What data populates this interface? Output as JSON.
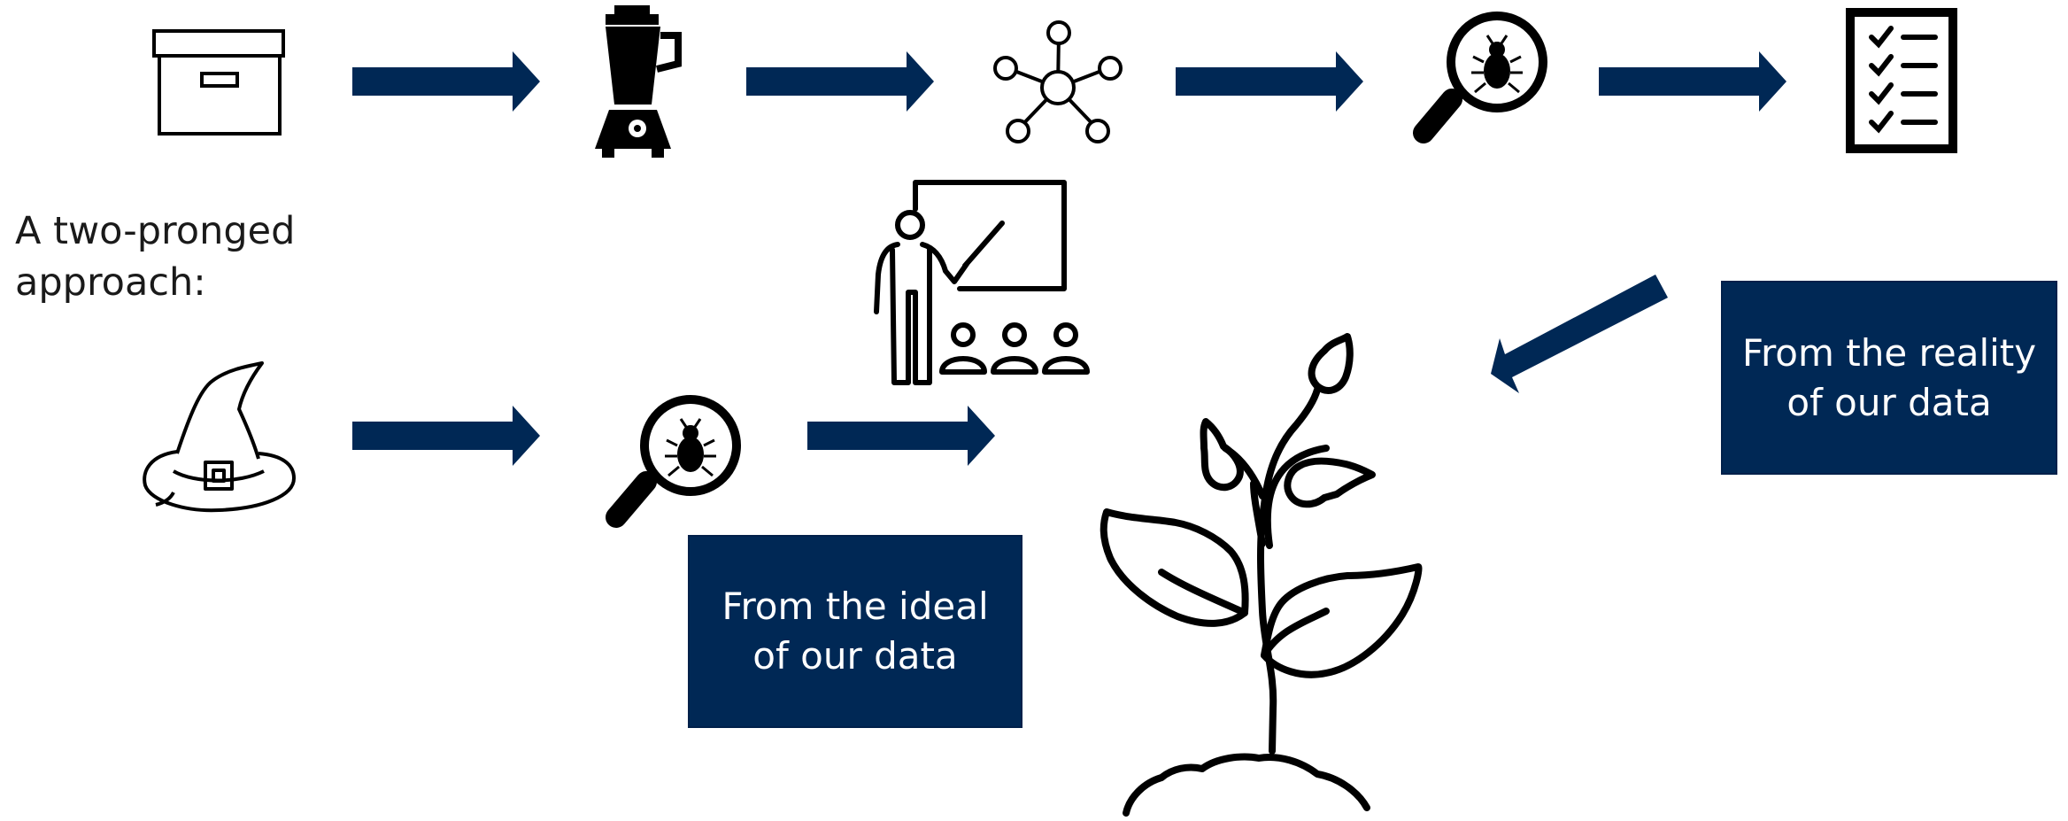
{
  "caption": {
    "line1": "A two-pronged",
    "line2": "approach:"
  },
  "boxes": {
    "ideal": {
      "line1": "From the ideal",
      "line2": "of our data"
    },
    "reality": {
      "line1": "From the reality",
      "line2": "of our data"
    }
  },
  "colors": {
    "arrow": "#002855",
    "box": "#002855",
    "box_text": "#ffffff",
    "icon": "#000000",
    "text": "#1a1a1a"
  },
  "icons": {
    "top_row": [
      "archive-box-icon",
      "blender-icon",
      "network-hub-icon",
      "bug-magnifier-icon",
      "checklist-icon"
    ],
    "bottom_row": [
      "wizard-hat-icon",
      "bug-magnifier-icon",
      "teacher-presentation-icon",
      "growing-plant-icon"
    ]
  }
}
